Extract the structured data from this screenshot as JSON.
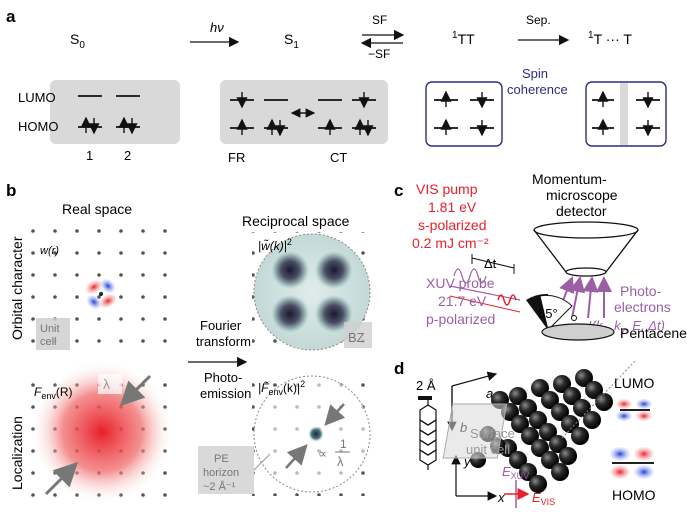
{
  "panel_labels": {
    "a": "a",
    "b": "b",
    "c": "c",
    "d": "d"
  },
  "panel_a": {
    "states": {
      "s0": "S",
      "s0_sub": "0",
      "s1": "S",
      "s1_sub": "1",
      "tt_sup": "1",
      "tt": "TT",
      "tpair_sup": "1",
      "tpair": "T ··· T"
    },
    "arrows": {
      "hv": "hν",
      "sf": "SF",
      "minus_sf": "−SF",
      "sep": "Sep."
    },
    "orbitals": {
      "lumo": "LUMO",
      "homo": "HOMO"
    },
    "molecules": {
      "m1": "1",
      "m2": "2"
    },
    "s1_labels": {
      "fr": "FR",
      "ct": "CT"
    },
    "spin_coherence": [
      "Spin",
      "coherence"
    ]
  },
  "panel_b": {
    "real_space": "Real space",
    "reciprocal_space": "Reciprocal space",
    "orbital_character": "Orbital character",
    "localization": "Localization",
    "w_r": "w(r)",
    "unit_cell": [
      "Unit",
      "cell"
    ],
    "w_k": "|w̃(k)|",
    "w_k_sup": "2",
    "bz": "BZ",
    "fourier": [
      "Fourier",
      "transform"
    ],
    "photo": [
      "Photo-",
      "emission"
    ],
    "f_env": "F",
    "f_env_sub": "env",
    "f_env_arg": "(R)",
    "lambda": "λ",
    "f_k": "|F̃",
    "f_k_sub": "env",
    "f_k_arg": "(k)|",
    "f_k_sup": "2",
    "propto": "∝",
    "inv_num": "1",
    "inv_den": "λ",
    "pe_horizon": [
      "PE",
      "horizon",
      "~2 Å⁻¹"
    ]
  },
  "panel_c": {
    "vis_pump": [
      "VIS pump",
      "1.81 eV",
      "s-polarized",
      "0.2 mJ cm⁻²"
    ],
    "detector": [
      "Momentum-",
      "microscope",
      "detector"
    ],
    "delta_t": "Δt",
    "xuv_probe": [
      "XUV probe",
      "21.7 eV",
      "p-polarized"
    ],
    "angle": "65°",
    "photoelectrons": [
      "Photo-",
      "electrons"
    ],
    "intensity": "I(k",
    "intensity_rest": ", k",
    "intensity_end": ", E, Δt)",
    "sub_x": "x",
    "sub_y": "y",
    "sample": "Pentacene"
  },
  "panel_d": {
    "scale": "2 Å",
    "axis_a": "a",
    "axis_b": "b",
    "axis_x": "x",
    "axis_y": "y",
    "surface_cell": [
      "Surface",
      "unit cell"
    ],
    "e_xuv": "E",
    "e_xuv_sub": "XUV",
    "e_vis": "E",
    "e_vis_sub": "VIS",
    "lumo": "LUMO",
    "homo": "HOMO"
  },
  "colors": {
    "red": "#e8202a",
    "purple": "#9c5fa5",
    "navy": "#2b2f7e",
    "gray_box": "#d9d9d9"
  }
}
